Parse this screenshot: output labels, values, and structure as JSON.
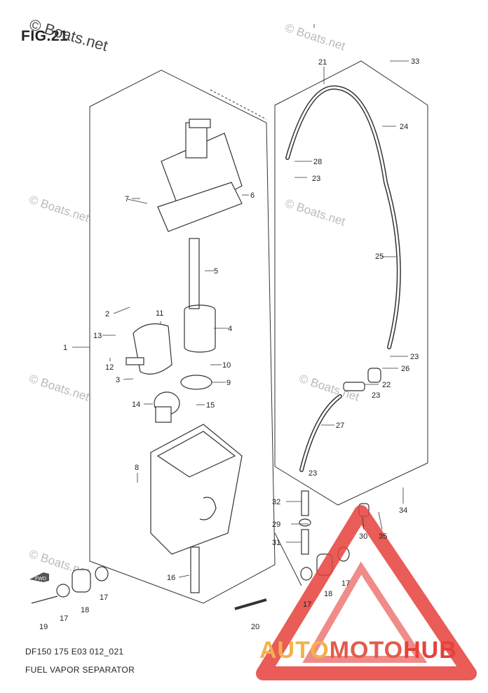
{
  "figure": {
    "title": "FIG.21"
  },
  "watermark": {
    "text": "© Boats.net"
  },
  "footer": {
    "code": "DF150 175 E03 012_021",
    "name": "FUEL VAPOR SEPARATOR"
  },
  "brand": {
    "part1": "AUTO",
    "part2": "MOTO",
    "part3": "HUB",
    "colors": [
      "#f2b24a",
      "#e45b4a",
      "#e8403a"
    ]
  },
  "fwd_label": "FWD",
  "callouts": [
    "1",
    "2",
    "3",
    "4",
    "5",
    "6",
    "7",
    "8",
    "9",
    "10",
    "11",
    "12",
    "13",
    "14",
    "15",
    "16",
    "17",
    "17",
    "17",
    "17",
    "18",
    "18",
    "19",
    "20",
    "21",
    "22",
    "23",
    "23",
    "23",
    "23",
    "23",
    "24",
    "25",
    "26",
    "27",
    "28",
    "29",
    "30",
    "31",
    "32",
    "33",
    "34",
    "35"
  ]
}
